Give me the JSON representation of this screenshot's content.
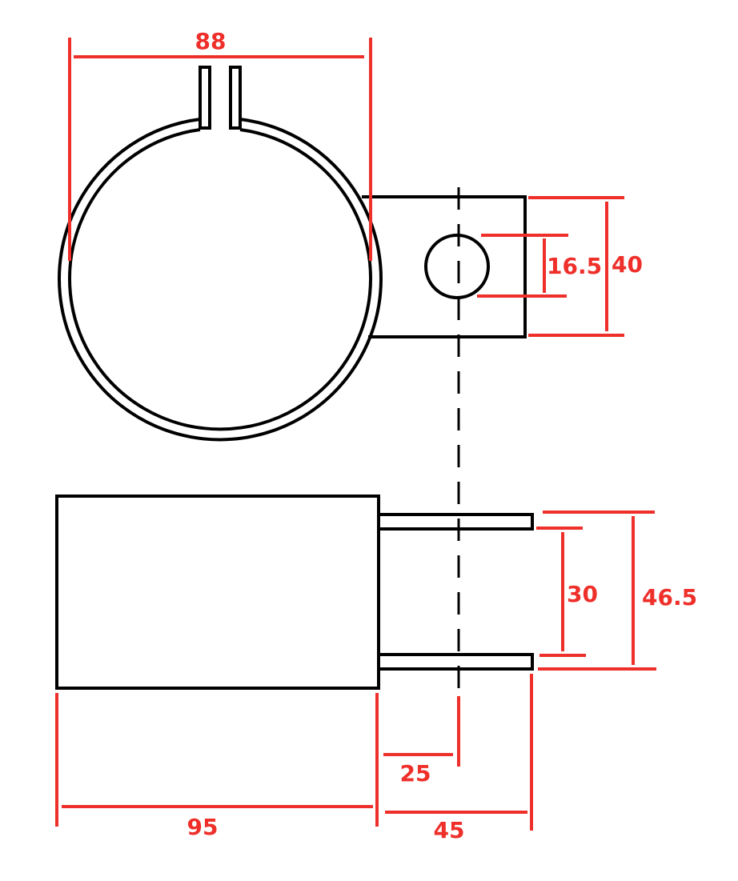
{
  "colors": {
    "outline": "#000000",
    "dimension": "#ee2f2a"
  },
  "dimensions": {
    "clamp_diameter": "88",
    "hole_diameter": "16.5",
    "tab_height": "40",
    "tab_inner_gap": "30",
    "tab_outer_height": "46.5",
    "body_length": "95",
    "hole_offset": "25",
    "tab_length": "45"
  }
}
